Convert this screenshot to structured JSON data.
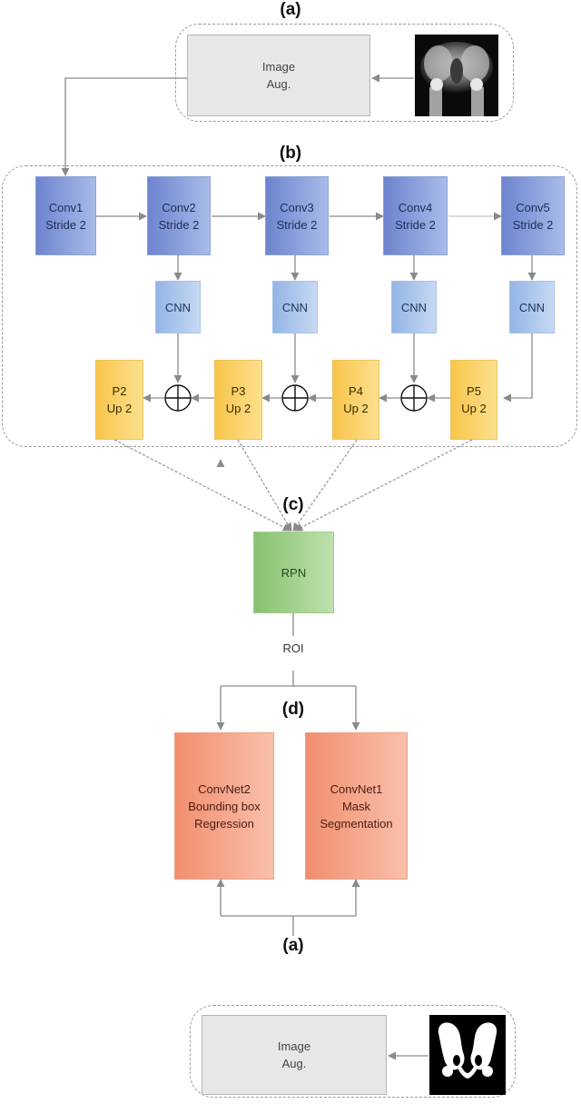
{
  "labels": {
    "a_top": "(a)",
    "b": "(b)",
    "c": "(c)",
    "d": "(d)",
    "a_bottom": "(a)"
  },
  "augmentation_top": {
    "line1": "Image",
    "line2": "Aug."
  },
  "augmentation_bottom": {
    "line1": "Image",
    "line2": "Aug."
  },
  "conv_blocks": [
    {
      "line1": "Conv1",
      "line2": "Stride 2"
    },
    {
      "line1": "Conv2",
      "line2": "Stride 2"
    },
    {
      "line1": "Conv3",
      "line2": "Stride 2"
    },
    {
      "line1": "Conv4",
      "line2": "Stride 2"
    },
    {
      "line1": "Conv5",
      "line2": "Stride 2"
    }
  ],
  "cnn_blocks": [
    "CNN",
    "CNN",
    "CNN",
    "CNN"
  ],
  "pyramid_blocks": [
    {
      "line1": "P2",
      "line2": "Up 2"
    },
    {
      "line1": "P3",
      "line2": "Up 2"
    },
    {
      "line1": "P4",
      "line2": "Up 2"
    },
    {
      "line1": "P5",
      "line2": "Up 2"
    }
  ],
  "rpn": "RPN",
  "roi": "ROI",
  "convnet2": {
    "line1": "ConvNet2",
    "line2": "Bounding box",
    "line3": "Regression"
  },
  "convnet1": {
    "line1": "ConvNet1",
    "line2": "Mask",
    "line3": "Segmentation"
  },
  "colors": {
    "conv": "#6d84cf",
    "cnn": "#93b5e6",
    "pyramid": "#f8c54b",
    "rpn": "#86c26f",
    "convnet": "#f28e6f",
    "arrow": "#8a8a8a"
  }
}
